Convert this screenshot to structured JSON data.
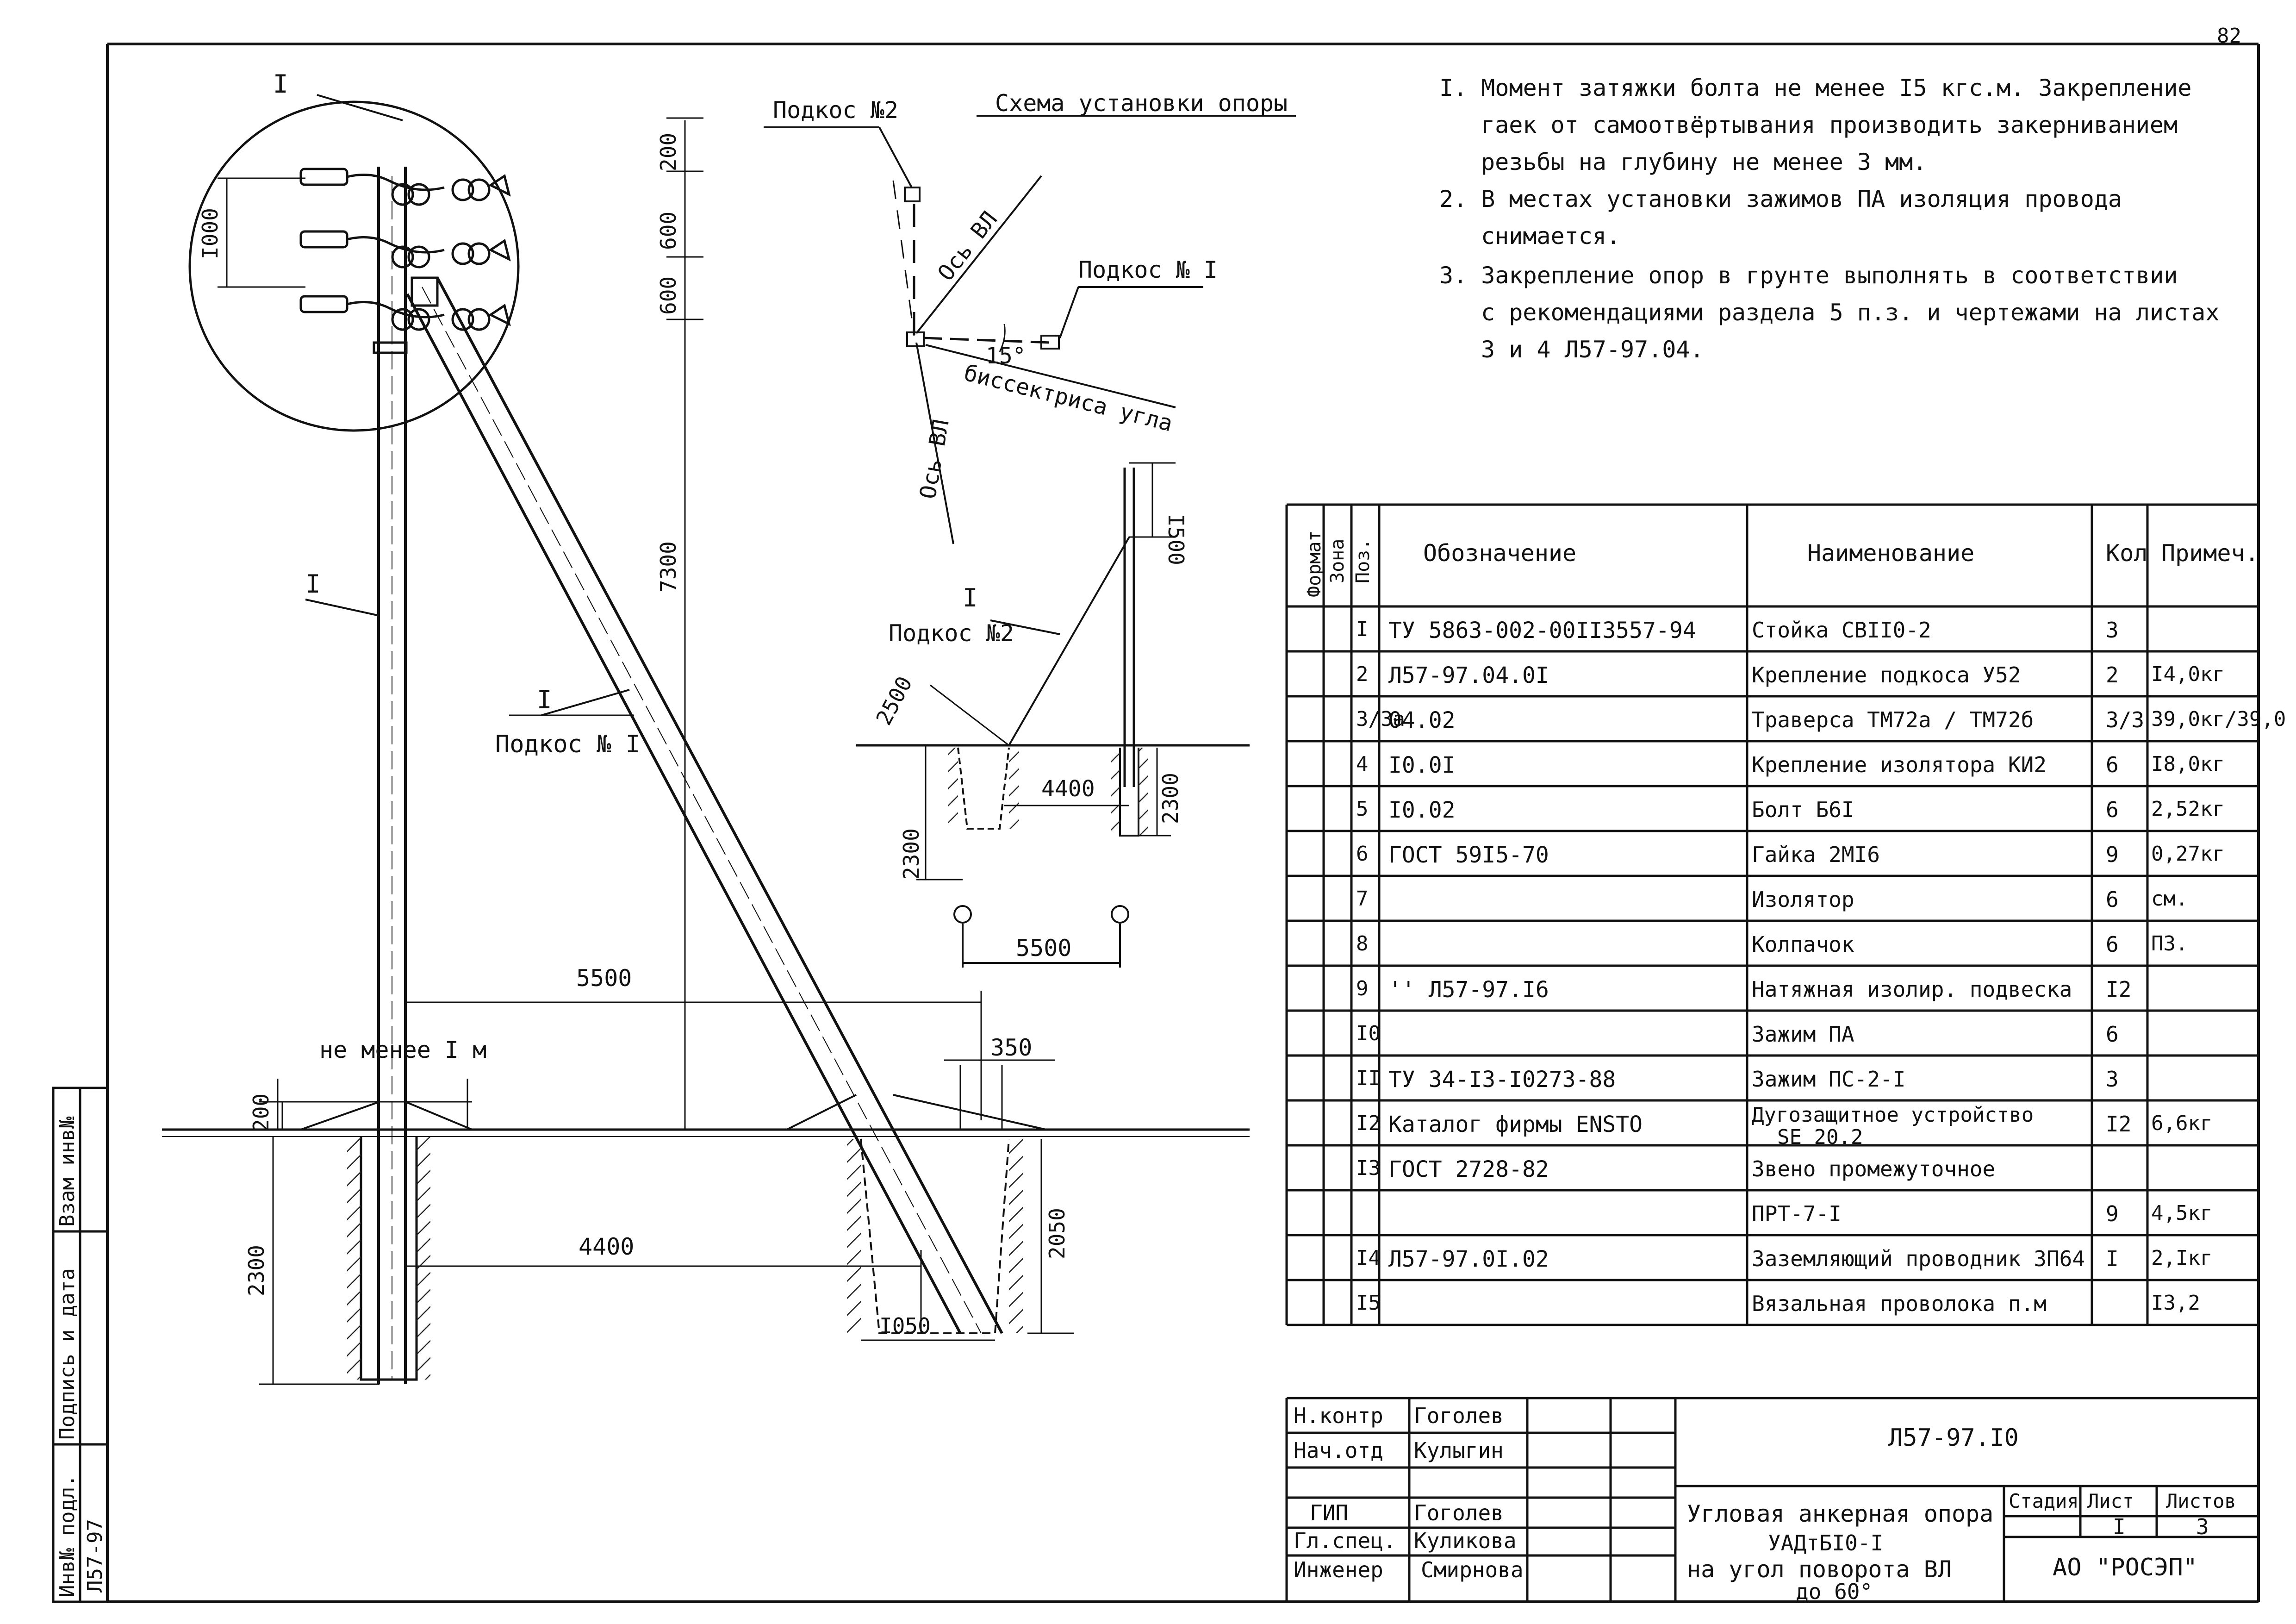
{
  "sheet_corner": "82",
  "notes": [
    "I. Момент затяжки болта не менее I5 кгс.м. Закрепление",
    "гаек от самоотвёртывания производить закерниванием",
    "резьбы на глубину не менее 3 мм.",
    "2. В местах установки зажимов ПА изоляция провода",
    "снимается.",
    "3. Закрепление опор в грунте выполнять в соответствии",
    "с рекомендациями раздела 5 п.з. и чертежами на листах",
    "3 и 4 Л57-97.04."
  ],
  "main_view": {
    "node_label": "I",
    "pole_label": "I",
    "strut_label": "I",
    "strut_name": "Подкос № I",
    "dims": {
      "d200": "200",
      "d600a": "600",
      "d600b": "600",
      "d1000": "I000",
      "d7300": "7300",
      "d5500": "5500",
      "min_depth": "не менее I м",
      "d200b": "200",
      "d350": "350",
      "d4400": "4400",
      "d2300": "2300",
      "d2050": "2050",
      "d1050": "I050"
    }
  },
  "scheme": {
    "title": "Схема установки опоры",
    "strut2": "Подкос №2",
    "strut1": "Подкос № I",
    "axis1": "Ось ВЛ",
    "axis2": "Ось ВЛ",
    "angle": "15°",
    "bisector": "биссектриса угла"
  },
  "strut_view": {
    "label_i": "I",
    "label": "Подкос №2",
    "d1500": "I500",
    "d2500": "2500",
    "d4400": "4400",
    "d2300a": "2300",
    "d2300b": "2300"
  },
  "spacing": {
    "d5500": "5500"
  },
  "table": {
    "header": {
      "format": "Формат",
      "zone": "Зона",
      "pos": "Поз.",
      "designation": "Обозначение",
      "name": "Наименование",
      "qty": "Кол",
      "note": "Примеч."
    },
    "rows": [
      {
        "pos": "I",
        "des": "ТУ 5863-002-00II3557-94",
        "name": "Стойка СВII0-2",
        "qty": "3",
        "note": ""
      },
      {
        "pos": "2",
        "des": "Л57-97.04.0I",
        "name": "Крепление подкоса У52",
        "qty": "2",
        "note": "I4,0кг"
      },
      {
        "pos": "3/3а",
        "des": "04.02",
        "name": "Траверса ТМ72а / ТМ72б",
        "qty": "3/3",
        "note": "39,0кг/39,0"
      },
      {
        "pos": "4",
        "des": "I0.0I",
        "name": "Крепление изолятора КИ2",
        "qty": "6",
        "note": "I8,0кг"
      },
      {
        "pos": "5",
        "des": "I0.02",
        "name": "Болт Б6I",
        "qty": "6",
        "note": "2,52кг"
      },
      {
        "pos": "6",
        "des": "ГОСТ 59I5-70",
        "name": "Гайка 2МI6",
        "qty": "9",
        "note": "0,27кг"
      },
      {
        "pos": "7",
        "des": "",
        "name": "Изолятор",
        "qty": "6",
        "note": "см."
      },
      {
        "pos": "8",
        "des": "",
        "name": "Колпачок",
        "qty": "6",
        "note": "ПЗ."
      },
      {
        "pos": "9",
        "des": "'' Л57-97.I6",
        "name": "Натяжная изолир. подвеска",
        "qty": "I2",
        "note": ""
      },
      {
        "pos": "I0",
        "des": "",
        "name": "Зажим ПА",
        "qty": "6",
        "note": ""
      },
      {
        "pos": "II",
        "des": "ТУ 34-I3-I0273-88",
        "name": "Зажим ПС-2-I",
        "qty": "3",
        "note": ""
      },
      {
        "pos": "I2",
        "des": "Каталог фирмы ENSTO",
        "name": "Дугозащитное устройство",
        "name2": "SE 20.2",
        "qty": "I2",
        "note": "6,6кг"
      },
      {
        "pos": "I3",
        "des": "ГОСТ 2728-82",
        "name": "Звено промежуточное",
        "qty": "",
        "note": ""
      },
      {
        "pos": "",
        "des": "",
        "name": "ПРТ-7-I",
        "qty": "9",
        "note": "4,5кг"
      },
      {
        "pos": "I4",
        "des": "Л57-97.0I.02",
        "name": "Заземляющий проводник ЗП64",
        "qty": "I",
        "note": "2,Iкг"
      },
      {
        "pos": "I5",
        "des": "",
        "name": "Вязальная проволока п.м",
        "qty": "",
        "note": "I3,2"
      }
    ]
  },
  "title_block": {
    "roles": [
      "Н.контр",
      "Нач.отд",
      "",
      "ГИП",
      "Гл.спец.",
      "Инженер"
    ],
    "names": [
      "Гоголев",
      "Кулыгин",
      "",
      "Гоголев",
      "Куликова",
      "Смирнова"
    ],
    "doc_code": "Л57-97.I0",
    "title_line1": "Угловая анкерная опора",
    "title_line2": "УАДтБI0-I",
    "title_line3": "на угол поворота ВЛ",
    "title_line4": "до 60°",
    "stage_label": "Стадия",
    "sheet_label": "Лист",
    "sheets_label": "Листов",
    "sheet_no": "I",
    "sheets_total": "3",
    "org": "АО \"РОСЭП\""
  },
  "side_stamp": {
    "inv_orig": "Инв№ подл.",
    "sign_date": "Подпись и дата",
    "inv_repl": "Взам инв№",
    "code": "Л57-97"
  }
}
